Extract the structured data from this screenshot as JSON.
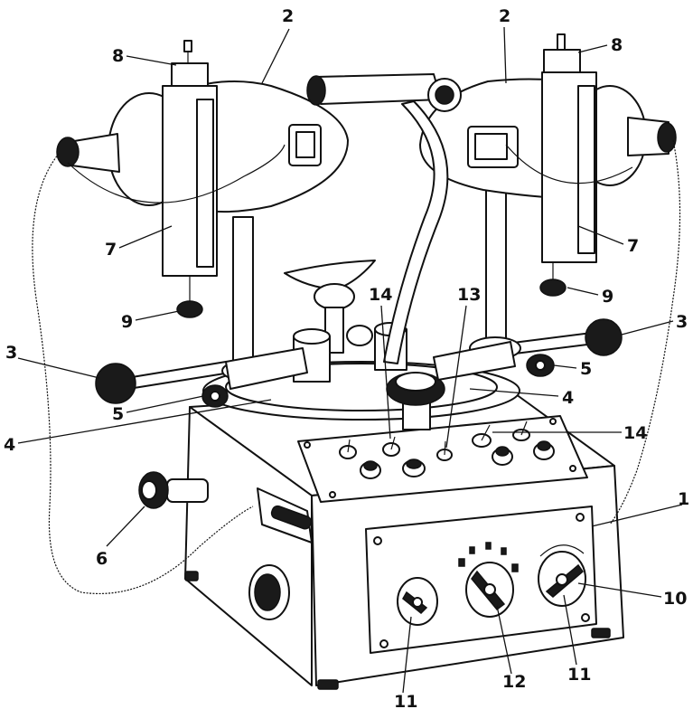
{
  "callouts": {
    "c1": "1",
    "c2_left": "2",
    "c2_right": "2",
    "c3_left": "3",
    "c3_right": "3",
    "c4_left": "4",
    "c4_right": "4",
    "c5_left": "5",
    "c5_right": "5",
    "c6": "6",
    "c7_left": "7",
    "c7_right": "7",
    "c8_left": "8",
    "c8_right": "8",
    "c9_left": "9",
    "c9_right": "9",
    "c10": "10",
    "c11_left": "11",
    "c11_right": "11",
    "c12": "12",
    "c13": "13",
    "c14_left": "14",
    "c14_right": "14"
  },
  "colors": {
    "ink": "#111111",
    "paper": "#ffffff"
  }
}
